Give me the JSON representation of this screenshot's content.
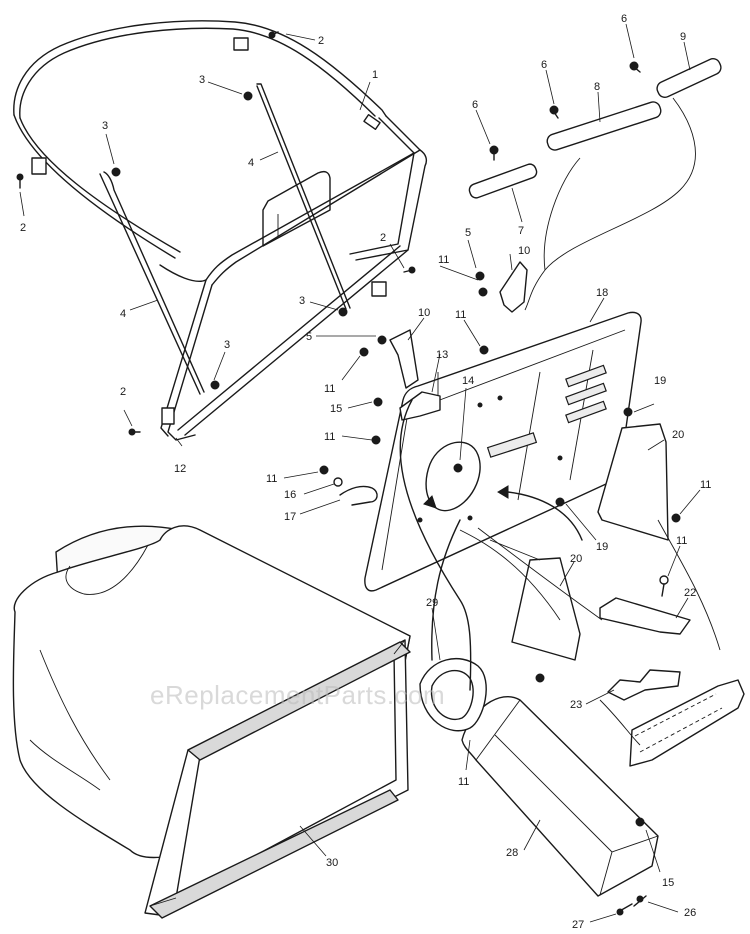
{
  "watermark": "eReplacementParts.com",
  "callouts": [
    {
      "id": "c1",
      "label": "1"
    },
    {
      "id": "c2a",
      "label": "2"
    },
    {
      "id": "c2b",
      "label": "2"
    },
    {
      "id": "c2c",
      "label": "2"
    },
    {
      "id": "c2d",
      "label": "2"
    },
    {
      "id": "c3a",
      "label": "3"
    },
    {
      "id": "c3b",
      "label": "3"
    },
    {
      "id": "c3c",
      "label": "3"
    },
    {
      "id": "c3d",
      "label": "3"
    },
    {
      "id": "c4a",
      "label": "4"
    },
    {
      "id": "c4b",
      "label": "4"
    },
    {
      "id": "c5a",
      "label": "5"
    },
    {
      "id": "c5b",
      "label": "5"
    },
    {
      "id": "c6a",
      "label": "6"
    },
    {
      "id": "c6b",
      "label": "6"
    },
    {
      "id": "c6c",
      "label": "6"
    },
    {
      "id": "c7",
      "label": "7"
    },
    {
      "id": "c8",
      "label": "8"
    },
    {
      "id": "c9",
      "label": "9"
    },
    {
      "id": "c10a",
      "label": "10"
    },
    {
      "id": "c10b",
      "label": "10"
    },
    {
      "id": "c11a",
      "label": "11"
    },
    {
      "id": "c11b",
      "label": "11"
    },
    {
      "id": "c11c",
      "label": "11"
    },
    {
      "id": "c11d",
      "label": "11"
    },
    {
      "id": "c11e",
      "label": "11"
    },
    {
      "id": "c11f",
      "label": "11"
    },
    {
      "id": "c11g",
      "label": "11"
    },
    {
      "id": "c11h",
      "label": "11"
    },
    {
      "id": "c12",
      "label": "12"
    },
    {
      "id": "c13",
      "label": "13"
    },
    {
      "id": "c14",
      "label": "14"
    },
    {
      "id": "c15a",
      "label": "15"
    },
    {
      "id": "c15b",
      "label": "15"
    },
    {
      "id": "c16",
      "label": "16"
    },
    {
      "id": "c17",
      "label": "17"
    },
    {
      "id": "c18",
      "label": "18"
    },
    {
      "id": "c19a",
      "label": "19"
    },
    {
      "id": "c19b",
      "label": "19"
    },
    {
      "id": "c20a",
      "label": "20"
    },
    {
      "id": "c20b",
      "label": "20"
    },
    {
      "id": "c22",
      "label": "22"
    },
    {
      "id": "c23",
      "label": "23"
    },
    {
      "id": "c26",
      "label": "26"
    },
    {
      "id": "c27",
      "label": "27"
    },
    {
      "id": "c28",
      "label": "28"
    },
    {
      "id": "c29",
      "label": "29"
    },
    {
      "id": "c30",
      "label": "30"
    }
  ]
}
